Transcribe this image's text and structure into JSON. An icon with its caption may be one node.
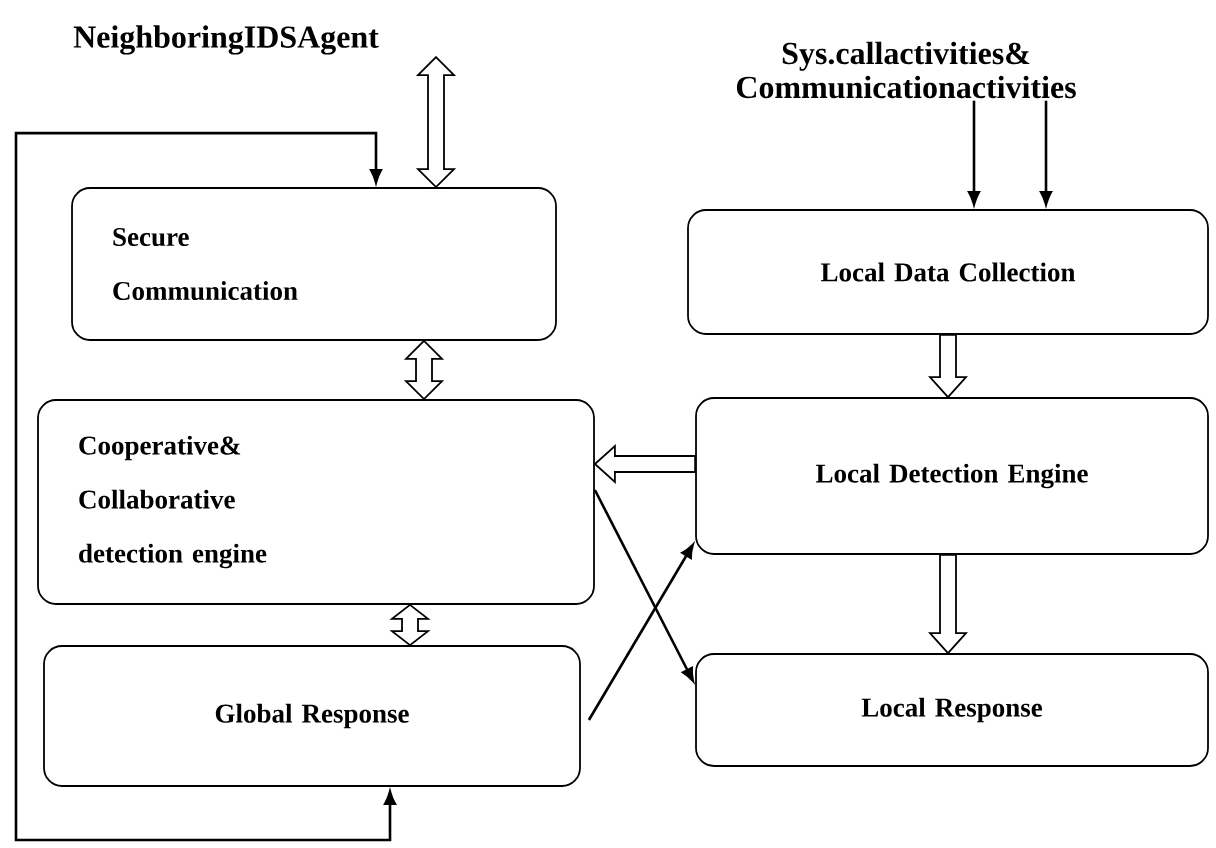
{
  "diagram": {
    "nodes": [
      {
        "text": [
          "NeighboringIDSAgent"
        ]
      },
      {
        "text": [
          "Sys.callactivities& Communicationactivities"
        ]
      },
      {
        "text": [
          "Secure Communication"
        ]
      },
      {
        "text": [
          "Cooperative& Collaborative detection engine"
        ]
      },
      {
        "text": [
          "Global Response"
        ]
      },
      {
        "text": [
          "Local Data Collection"
        ]
      },
      {
        "text": [
          "Local Detection Engine"
        ]
      },
      {
        "text": [
          "Local Response"
        ]
      }
    ],
    "edges": [
      {
        "from": 0,
        "to": 2,
        "arrow": "both",
        "style": "thick"
      },
      {
        "from": 1,
        "to": 5,
        "arrow": "to"
      },
      {
        "from": 1,
        "to": 5,
        "arrow": "to"
      },
      {
        "from": 2,
        "to": 3,
        "arrow": "both",
        "style": "thick"
      },
      {
        "from": 3,
        "to": 4,
        "arrow": "both",
        "style": "thick"
      },
      {
        "from": 5,
        "to": 6,
        "arrow": "to",
        "style": "thick"
      },
      {
        "from": 6,
        "to": 3,
        "arrow": "to",
        "style": "thick"
      },
      {
        "from": 6,
        "to": 7,
        "arrow": "to",
        "style": "thick"
      },
      {
        "from": 4,
        "to": 2,
        "arrow": "both"
      },
      {
        "from": 4,
        "to": 6,
        "arrow": "to"
      },
      {
        "from": 3,
        "to": 7,
        "arrow": "to"
      }
    ]
  }
}
